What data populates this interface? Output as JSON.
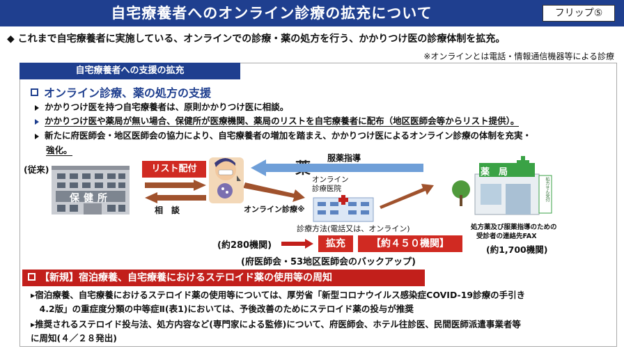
{
  "header": {
    "title": "自宅療養者へのオンライン診療の拡充について",
    "flip_label": "フリップ⑤"
  },
  "lead_text": "◆ これまで自宅療養者に実施している、オンラインでの診療・薬の処方を行う、かかりつけ医の診療体制を拡充。",
  "note": "※オンラインとは電話・情報通信機器等による診療",
  "panel": {
    "tab_label": "自宅療養者への支援の拡充",
    "section_title": "オンライン診療、薬の処方の支援",
    "bullets": [
      "かかりつけ医を持つ自宅療養者は、原則かかりつけ医に相談。",
      "かかりつけ医や薬局が無い場合、保健所が医療機関、薬局のリストを自宅療養者に配布（地区医師会等からリスト提供）。",
      "新たに府医師会・地区医師会の協力により、自宅療養者の増加を踏まえ、かかりつけ医によるオンライン診療の体制を充実・",
      "強化。"
    ]
  },
  "diagram": {
    "conventional_label": "(従来)",
    "health_center_sign": "保健所",
    "list_distribution": "リスト配付",
    "consultation": "相　談",
    "medicine_kanji": "薬",
    "medication_guidance": "服薬指導",
    "clinic_label": "オンライン\n診療医院",
    "online_consult": "オンライン診療※",
    "method_label": "診療方法(電話又は、オンライン)",
    "pharmacy_sign": "薬　局",
    "pharmacy_side_sign": "処方せん受付",
    "fax_note_1": "処方薬及び服薬指導のための",
    "fax_note_2": "受診者の連絡先FAX",
    "pharmacy_count": "(約1,700機関)",
    "institutions_before": "(約280機関)",
    "expand_label": "拡充",
    "institutions_after": "【約４５０機関】",
    "backup_label": "(府医師会・53地区医師会のバックアップ)"
  },
  "section2": {
    "title": "【新規】宿泊療養、自宅療養におけるステロイド薬の使用等の周知",
    "lines": [
      "▸宿泊療養、自宅療養におけるステロイド薬の使用等については、厚労省「新型コロナウイルス感染症COVID-19診療の手引き",
      "　4.2版」の重症度分類の中等症Ⅱ(表1)においては、予後改善のためにステロイド薬の投与が推奨",
      "▸推奨されるステロイド投与法、処方内容など(専門家による監修)について、府医師会、ホテル往診医、民間医師派遣事業者等",
      "に周知(４／２８発出)"
    ]
  },
  "colors": {
    "navy": "#1f3f8f",
    "red": "#c21f1b",
    "blue_arrow": "#6f9fd8",
    "brown_arrow": "#a0522d",
    "pharmacy_green": "#3aa245"
  }
}
